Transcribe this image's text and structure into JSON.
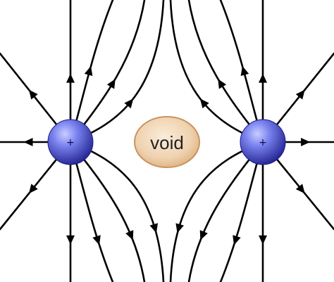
{
  "diagram": {
    "void_label": "void",
    "charges": [
      {
        "id": "left",
        "sign": "+"
      },
      {
        "id": "right",
        "sign": "+"
      }
    ],
    "colors": {
      "field_line": "#000000",
      "charge_light": "#9ea6ff",
      "charge_dark": "#1c1c8a",
      "void_fill": "#e6c19a",
      "void_stroke": "#c9955f",
      "background": "#ffffff"
    }
  }
}
